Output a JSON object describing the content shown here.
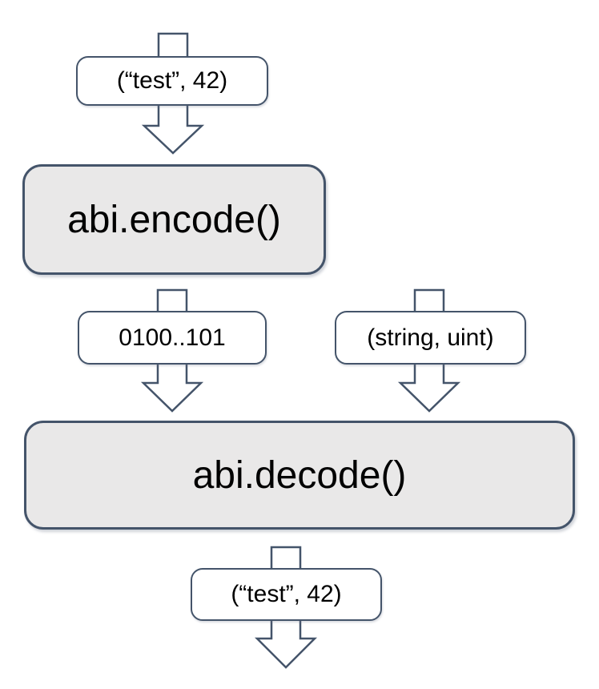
{
  "diagram": {
    "nodes": {
      "input_tuple": {
        "label": "(“test”, 42)"
      },
      "encode": {
        "label": "abi.encode()"
      },
      "encoded_bytes": {
        "label": "0100..101"
      },
      "types_tuple": {
        "label": "(string, uint)"
      },
      "decode": {
        "label": "abi.decode()"
      },
      "output_tuple": {
        "label": "(“test”, 42)"
      }
    }
  },
  "colors": {
    "border": "#44546A",
    "process_fill": "#E9E8E8",
    "label_fill": "#FFFFFF",
    "arrow_fill": "#FFFFFF",
    "text": "#000000",
    "background": "#FFFFFF"
  }
}
